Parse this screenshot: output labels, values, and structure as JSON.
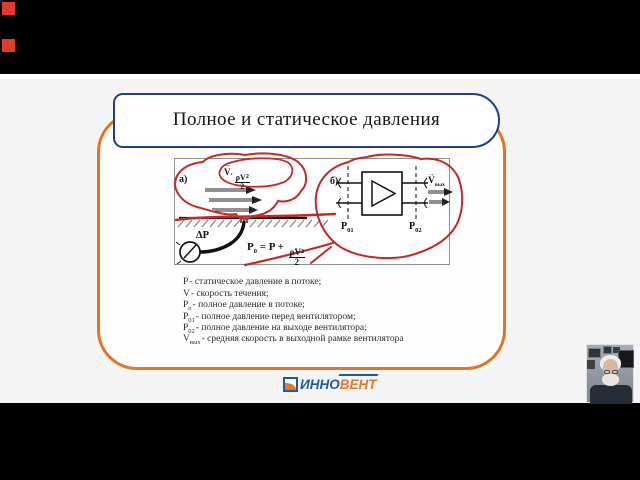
{
  "video_frame": {
    "recording_indicator_color": "#e23b2e"
  },
  "colors": {
    "title_border_blue": "#1e3e96",
    "slide_frame_orange": "#e5731f",
    "annotation_red": "#c62828",
    "logo_blue": "#1a5aa8",
    "logo_orange": "#e87722"
  },
  "slide": {
    "title": "Полное и статическое давления",
    "figure": {
      "panel_a_label": "а)",
      "panel_b_label": "б)",
      "vector_arrow": "→",
      "flow_velocity_base": "V",
      "flow_velocity_dot": ".",
      "flow_fraction": {
        "num_base": "ρV",
        "num_sup": "2",
        "den": "2"
      },
      "gauge_label": "ΔP",
      "total_pressure_formula": {
        "lhs_base": "P",
        "lhs_sub": "0",
        "mid": " = P + ",
        "num_base": "ρV",
        "num_sup": "2",
        "den": "2"
      },
      "inlet_pressure": {
        "base": "P",
        "sub": "01"
      },
      "outlet_pressure": {
        "base": "P",
        "sub": "02"
      },
      "outlet_velocity": {
        "base": "V",
        "sub": "вых"
      }
    },
    "definitions": [
      {
        "base": "P",
        "sub": "",
        "text": "- статическое давление в потоке;"
      },
      {
        "base": "V",
        "sub": "",
        "text": "- скорость течения;"
      },
      {
        "base": "P",
        "sub": "о",
        "text": "- полное давление в потоке;"
      },
      {
        "base": "P",
        "sub": "01",
        "text": "- полное давление перед вентилятором;"
      },
      {
        "base": "P",
        "sub": "02",
        "text": "- полное давление на выходе вентилятора;"
      },
      {
        "base": "V",
        "sub": "вых",
        "text": "- средняя скорость в выходной рамке вентилятора"
      }
    ],
    "logo": {
      "part_blue": "ИННО",
      "part_orange": "ВЕНТ"
    }
  }
}
